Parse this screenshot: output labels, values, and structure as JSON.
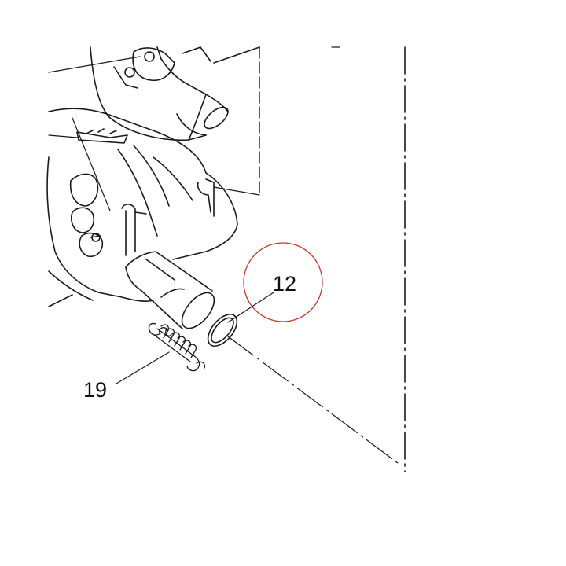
{
  "diagram": {
    "callouts": [
      {
        "id": "part-12",
        "label": "12",
        "highlighted": true
      },
      {
        "id": "part-19",
        "label": "19",
        "highlighted": false
      }
    ],
    "colors": {
      "line": "#1a1a1a",
      "highlight_circle": "#c0392b",
      "background": "#ffffff"
    }
  }
}
